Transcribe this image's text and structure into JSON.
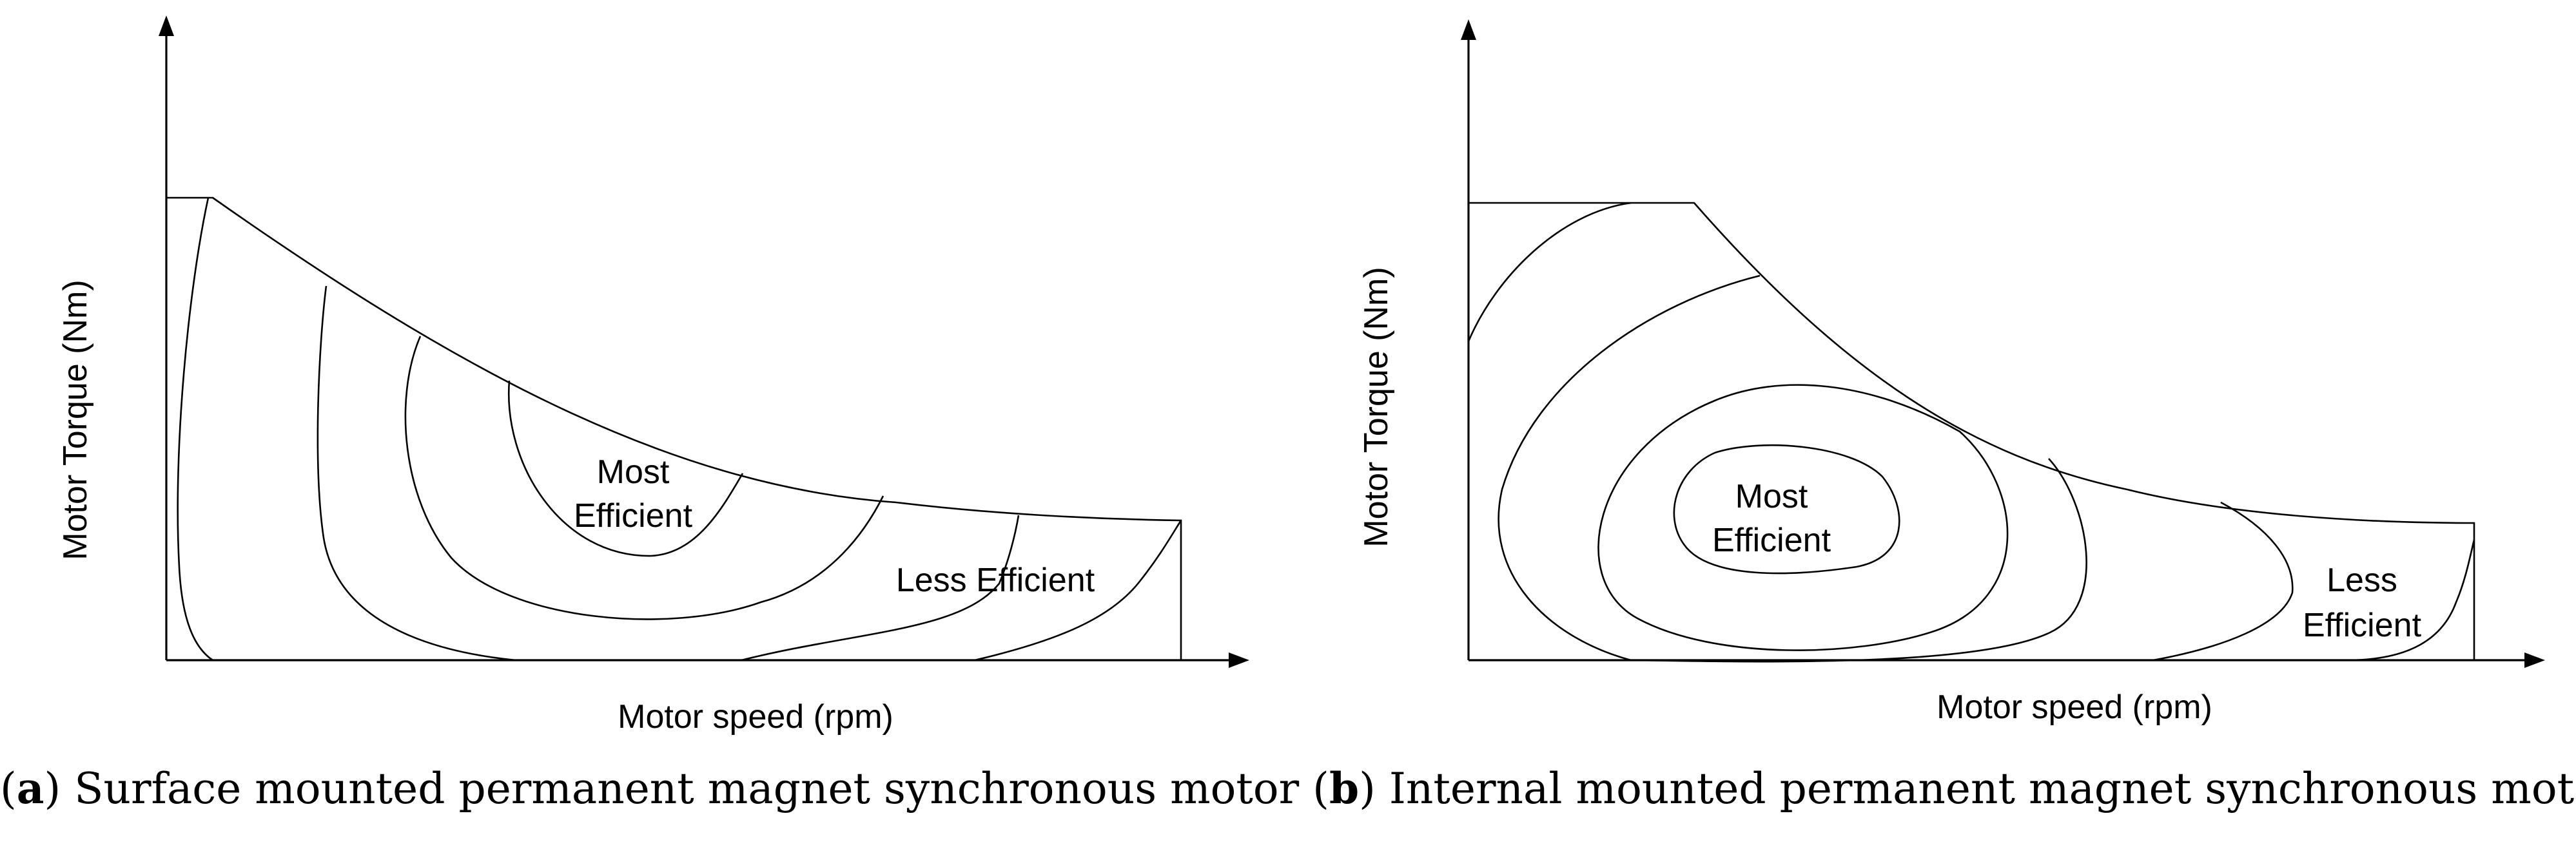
{
  "panels": [
    {
      "id": "a",
      "y_axis_label": "Motor Torque (Nm)",
      "x_axis_label": "Motor speed (rpm)",
      "region_labels": {
        "most_efficient": [
          "Most",
          "Efficient"
        ],
        "less_efficient": "Less Efficient"
      }
    },
    {
      "id": "b",
      "y_axis_label": "Motor Torque (Nm)",
      "x_axis_label": "Motor speed (rpm)",
      "region_labels": {
        "most_efficient": [
          "Most",
          "Efficient"
        ],
        "less_efficient": [
          "Less",
          "Efficient"
        ]
      }
    }
  ],
  "caption": {
    "a_letter": "a",
    "a_text": "Surface mounted permanent magnet synchronous motor",
    "b_letter": "b",
    "b_text": "Internal mounted permanent magnet synchronous motor"
  }
}
